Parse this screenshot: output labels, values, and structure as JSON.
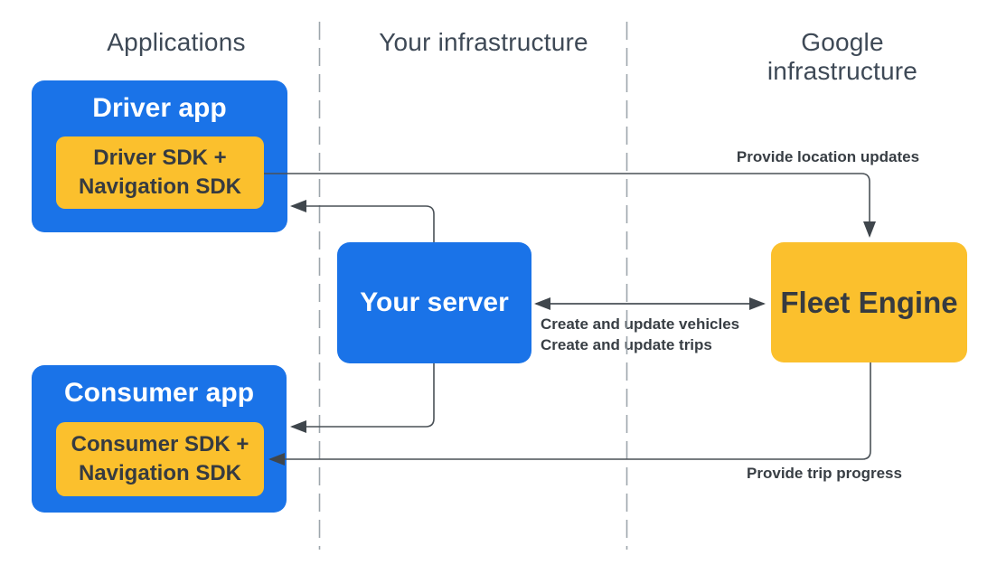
{
  "columns": {
    "applications": {
      "label": "Applications"
    },
    "your_infrastructure": {
      "label": "Your infrastructure"
    },
    "google_infrastructure": {
      "label": "Google infrastructure"
    }
  },
  "nodes": {
    "driver_app": {
      "title": "Driver app",
      "sdk_line1": "Driver SDK +",
      "sdk_line2": "Navigation SDK"
    },
    "consumer_app": {
      "title": "Consumer app",
      "sdk_line1": "Consumer SDK +",
      "sdk_line2": "Navigation SDK"
    },
    "your_server": {
      "title": "Your server"
    },
    "fleet_engine": {
      "title": "Fleet Engine"
    }
  },
  "edges": {
    "location_updates": {
      "label": "Provide location updates"
    },
    "server_fleet": {
      "label_line1": "Create and update vehicles",
      "label_line2": "Create and update trips"
    },
    "trip_progress": {
      "label": "Provide trip progress"
    }
  },
  "colors": {
    "blue": "#1A73E8",
    "yellow": "#FBC02D",
    "box_title_on_blue": "#FFFFFF",
    "dark_text": "#363B41",
    "header_text": "#3E4956",
    "edge_label_text": "#383E44",
    "line": "#4A5157",
    "arrowhead": "#3F464C",
    "dashed_separator": "#9DA6AC",
    "background": "#FFFFFF"
  }
}
